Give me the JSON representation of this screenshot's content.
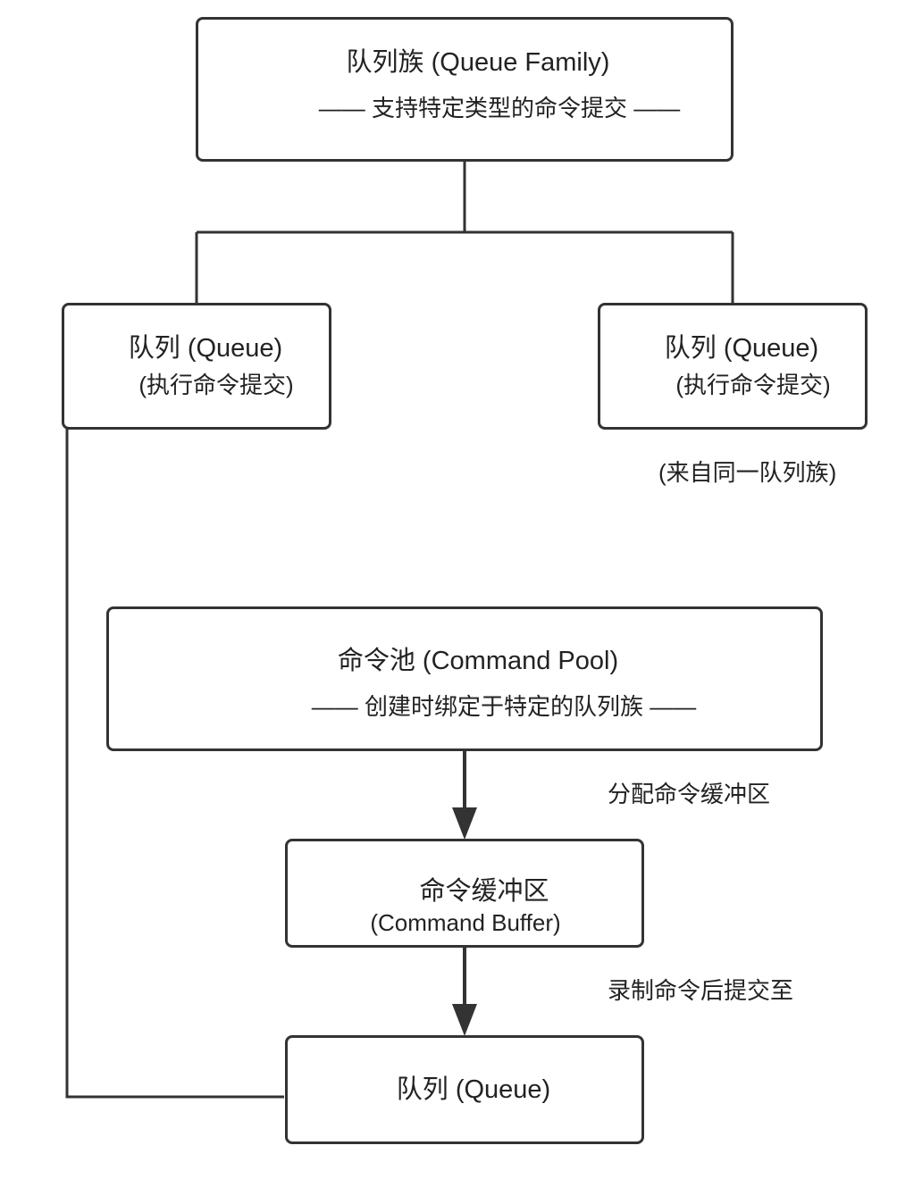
{
  "nodes": {
    "queue_family": {
      "title": "队列族 (Queue Family)",
      "subtitle": "—— 支持特定类型的命令提交 ——"
    },
    "queue_left": {
      "title": "队列 (Queue)",
      "subtitle": "(执行命令提交)"
    },
    "queue_right": {
      "title": "队列 (Queue)",
      "subtitle": "(执行命令提交)",
      "note": "(来自同一队列族)"
    },
    "command_pool": {
      "title": "命令池 (Command Pool)",
      "subtitle": "—— 创建时绑定于特定的队列族 ——"
    },
    "command_buffer": {
      "title": "命令缓冲区",
      "subtitle": "(Command Buffer)"
    },
    "queue_bottom": {
      "title": "队列 (Queue)"
    }
  },
  "edges": {
    "pool_to_buffer": "分配命令缓冲区",
    "buffer_to_queue": "录制命令后提交至"
  },
  "colors": {
    "stroke": "#333333",
    "text": "#222222",
    "background": "#ffffff"
  }
}
